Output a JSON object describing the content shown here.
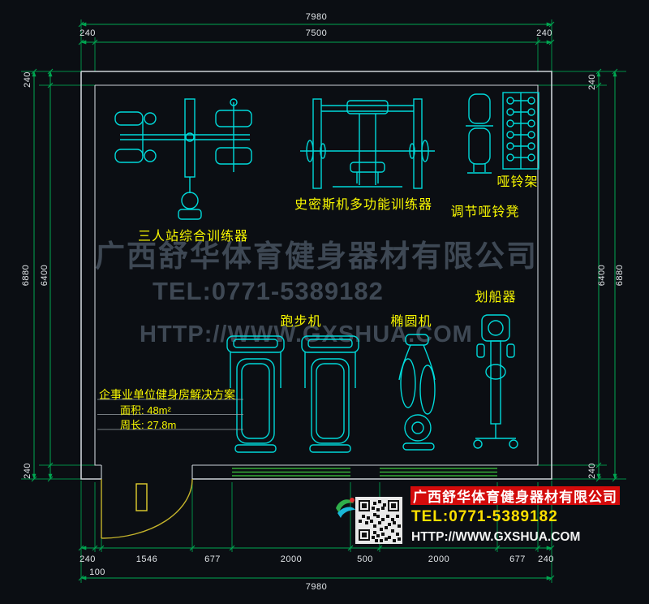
{
  "plan": {
    "title": "企事业单位健身房解决方案",
    "area": "面积: 48m²",
    "perimeter": "周长: 27.8m"
  },
  "equipment_labels": {
    "multi_station": "三人站综合训练器",
    "smith_machine": "史密斯机多功能训练器",
    "dumbbell_rack": "哑铃架",
    "adjustable_bench": "调节哑铃凳",
    "treadmill": "跑步机",
    "elliptical": "椭圆机",
    "rower": "划船器"
  },
  "watermark": {
    "company": "广西舒华体育健身器材有限公司",
    "tel": "TEL:0771-5389182",
    "website": "HTTP://WWW.GXSHUA.COM"
  },
  "footer": {
    "company": "广西舒华体育健身器材有限公司",
    "tel": "TEL:0771-5389182",
    "website": "HTTP://WWW.GXSHUA.COM"
  },
  "dimensions": {
    "top_total": "7980",
    "top_wall_left": "240",
    "top_inner": "7500",
    "top_wall_right": "240",
    "left_total": "6880",
    "left_inner": "6400",
    "left_wall_top": "240",
    "left_wall_bottom": "240",
    "right_inner": "6400",
    "right_total": "6880",
    "right_wall_top": "240",
    "right_wall_bottom": "240",
    "bottom_segments": [
      "240",
      "1546",
      "677",
      "2000",
      "500",
      "2000",
      "677",
      "240"
    ],
    "bottom_small": "100",
    "bottom_total": "7980"
  },
  "colors": {
    "background": "#0b0e13",
    "equipment": "#00d9d9",
    "labels": "#f8f800",
    "dimension_lines": "#00a651",
    "dimension_text": "#e3e7ea",
    "walls": "#ccd2d8",
    "watermark": "#414c58",
    "door": "#c4b32b",
    "window": "#3ecb3e",
    "banner": "#d40b0b"
  }
}
